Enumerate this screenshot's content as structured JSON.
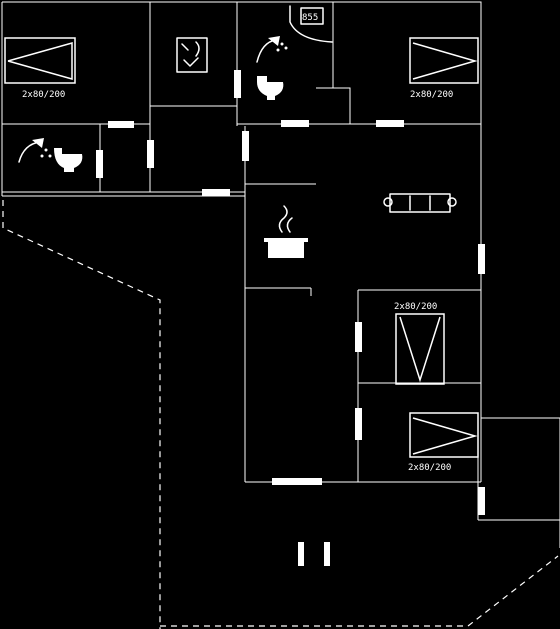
{
  "plan": {
    "bed_labels": {
      "bed1": "2x80/200",
      "bed2": "2x80/200",
      "bed3": "2x80/200",
      "bed4": "2x80/200"
    },
    "icons": {
      "bed1": "bed-icon",
      "bed2": "bed-icon",
      "bed3": "bed-icon",
      "bed4": "bed-icon",
      "shower_top": "shower-icon",
      "toilet_top": "toilet-icon",
      "shower_left": "shower-icon",
      "toilet_left": "toilet-icon",
      "washing": "washing-machine-icon",
      "sauna": "sauna-icon",
      "sofa": "sofa-icon",
      "kitchen": "cooking-pot-icon",
      "stairs": "stairs-icon"
    }
  }
}
